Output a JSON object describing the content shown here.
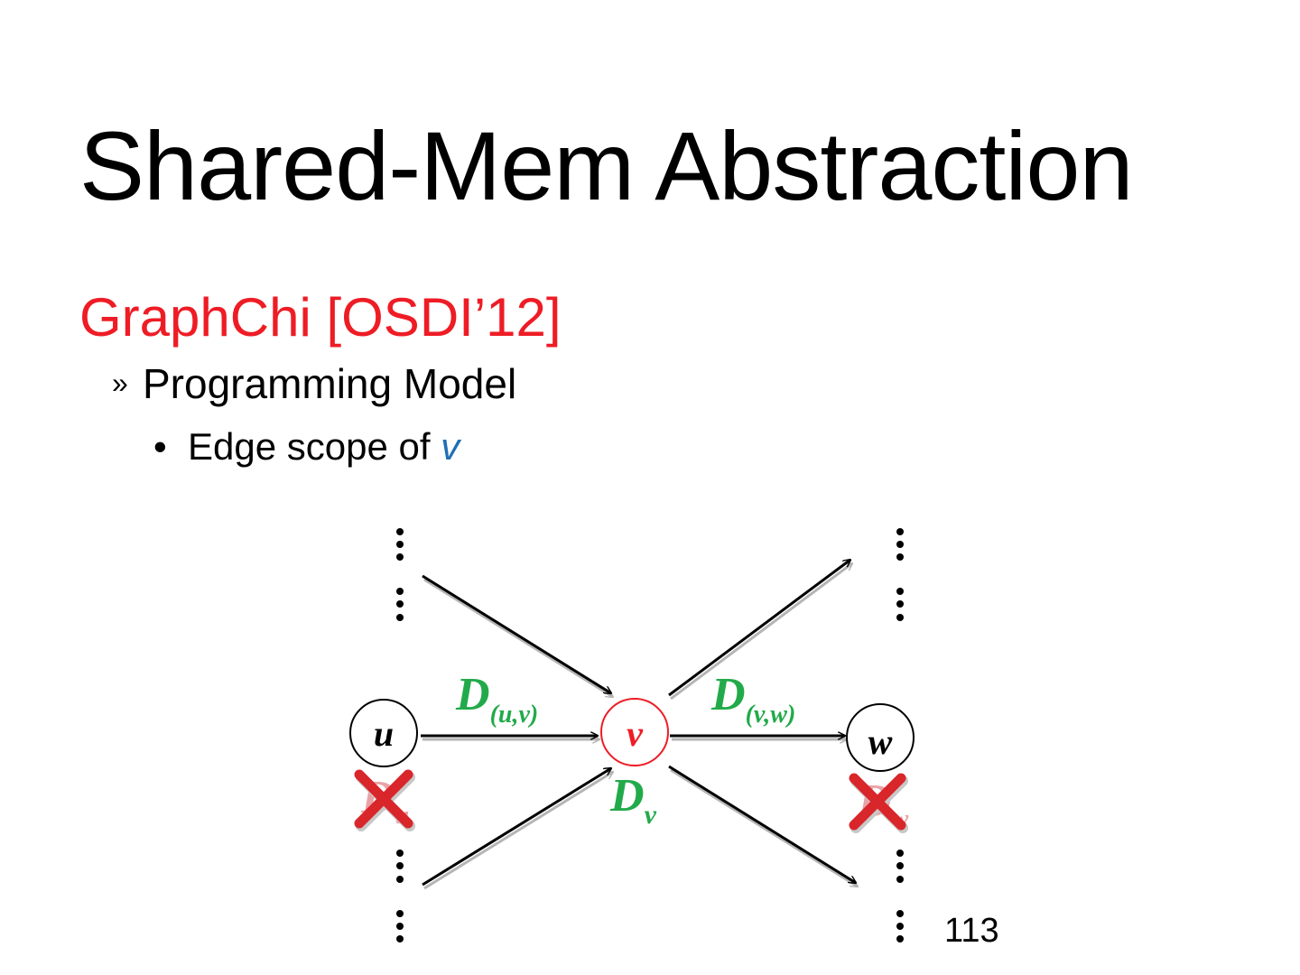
{
  "slide": {
    "title": "Shared-Mem Abstraction",
    "subtitle": "GraphChi [OSDI’12]",
    "bullet1_mark": "»",
    "bullet1": "Programming Model",
    "bullet2_mark": "•",
    "bullet2_prefix": "Edge scope of ",
    "bullet2_var": "v",
    "page_number": "113"
  },
  "diagram": {
    "node_u": "u",
    "node_v": "v",
    "node_w": "w",
    "edge_uv_label": "D",
    "edge_uv_sub": "(u,v)",
    "edge_vw_label": "D",
    "edge_vw_sub": "(v,w)",
    "vertex_v_label": "D",
    "vertex_v_sub": "v",
    "vertex_u_label": "D",
    "vertex_u_sub": "u",
    "vertex_w_label": "D",
    "vertex_w_sub": "w",
    "colors": {
      "green": "#22aa4a",
      "red": "#ee1c25",
      "blue": "#1f6fb5",
      "cross": "#d9262a",
      "faded": "#e9a3a6"
    }
  }
}
